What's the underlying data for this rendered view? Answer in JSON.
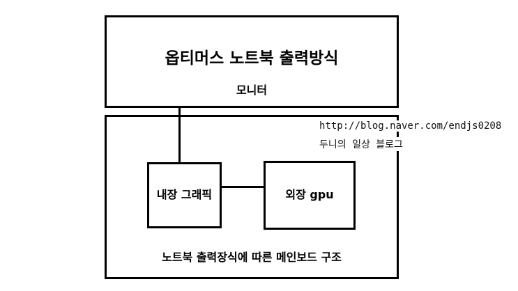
{
  "diagram": {
    "title": "옵티머스 노트북 출력방식",
    "monitor_label": "모니터",
    "internal_graphics_label": "내장 그래픽",
    "external_gpu_label": "외장 gpu",
    "mainboard_caption": "노트북 출력장식에 따른 메인보드 구조"
  },
  "watermark": {
    "url": "http://blog.naver.com/endjs0208",
    "blog_name": "두니의 일상 블로그"
  }
}
